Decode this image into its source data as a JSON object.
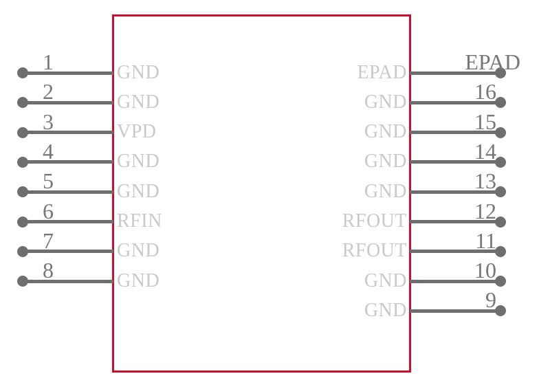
{
  "colors": {
    "background": "#ffffff",
    "body_border": "#c8102e",
    "pin_line": "#6e6e6e",
    "pin_dot": "#6e6e6e",
    "pin_number_text": "#777777",
    "pin_name_text": "#c9c9c9"
  },
  "symbol": {
    "left_pins": [
      {
        "number": "1",
        "label": "GND"
      },
      {
        "number": "2",
        "label": "GND"
      },
      {
        "number": "3",
        "label": "VPD"
      },
      {
        "number": "4",
        "label": "GND"
      },
      {
        "number": "5",
        "label": "GND"
      },
      {
        "number": "6",
        "label": "RFIN"
      },
      {
        "number": "7",
        "label": "GND"
      },
      {
        "number": "8",
        "label": "GND"
      }
    ],
    "right_pins": [
      {
        "number": "EPAD",
        "label": "EPAD"
      },
      {
        "number": "16",
        "label": "GND"
      },
      {
        "number": "15",
        "label": "GND"
      },
      {
        "number": "14",
        "label": "GND"
      },
      {
        "number": "13",
        "label": "GND"
      },
      {
        "number": "12",
        "label": "RFOUT"
      },
      {
        "number": "11",
        "label": "RFOUT"
      },
      {
        "number": "10",
        "label": "GND"
      },
      {
        "number": "9",
        "label": "GND"
      }
    ]
  }
}
